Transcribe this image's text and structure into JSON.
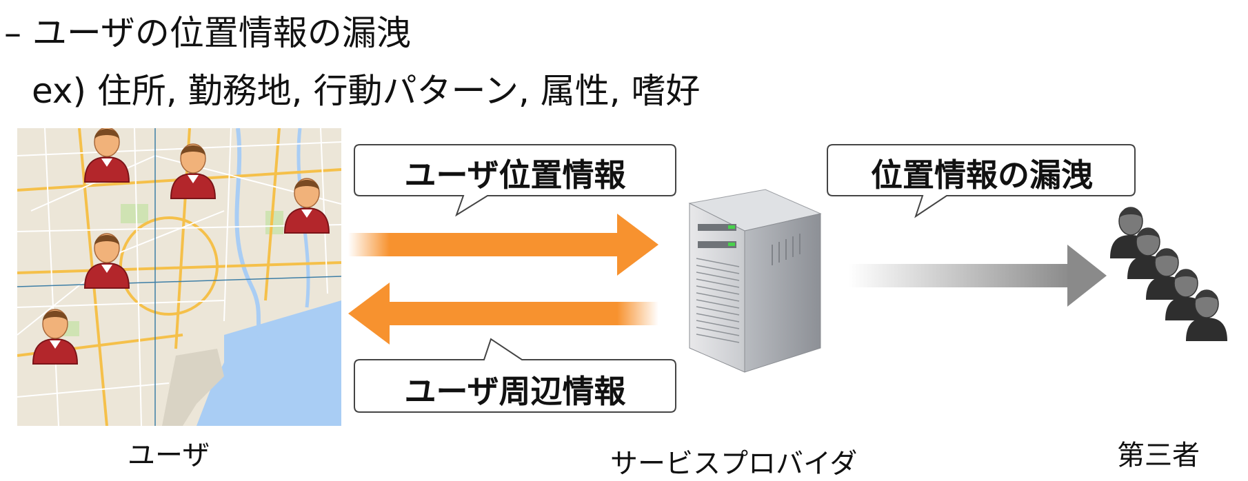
{
  "heading": "– ユーザの位置情報の漏洩",
  "subheading": "ex) 住所, 勤務地, 行動パターン, 属性, 嗜好",
  "callouts": {
    "user_location": "ユーザ位置情報",
    "surrounding_info": "ユーザ周辺情報",
    "leak": "位置情報の漏洩"
  },
  "captions": {
    "user": "ユーザ",
    "provider": "サービスプロバイダ",
    "third_party": "第三者"
  },
  "icons": {
    "map": "tokyo-map-icon",
    "user": "user-icon",
    "server": "server-icon",
    "group": "people-group-icon"
  },
  "colors": {
    "orange_arrow": "#f7922f",
    "gray_arrow": "#8a8a8a",
    "user_shirt": "#b3262b",
    "map_water": "#a9cdf4"
  }
}
